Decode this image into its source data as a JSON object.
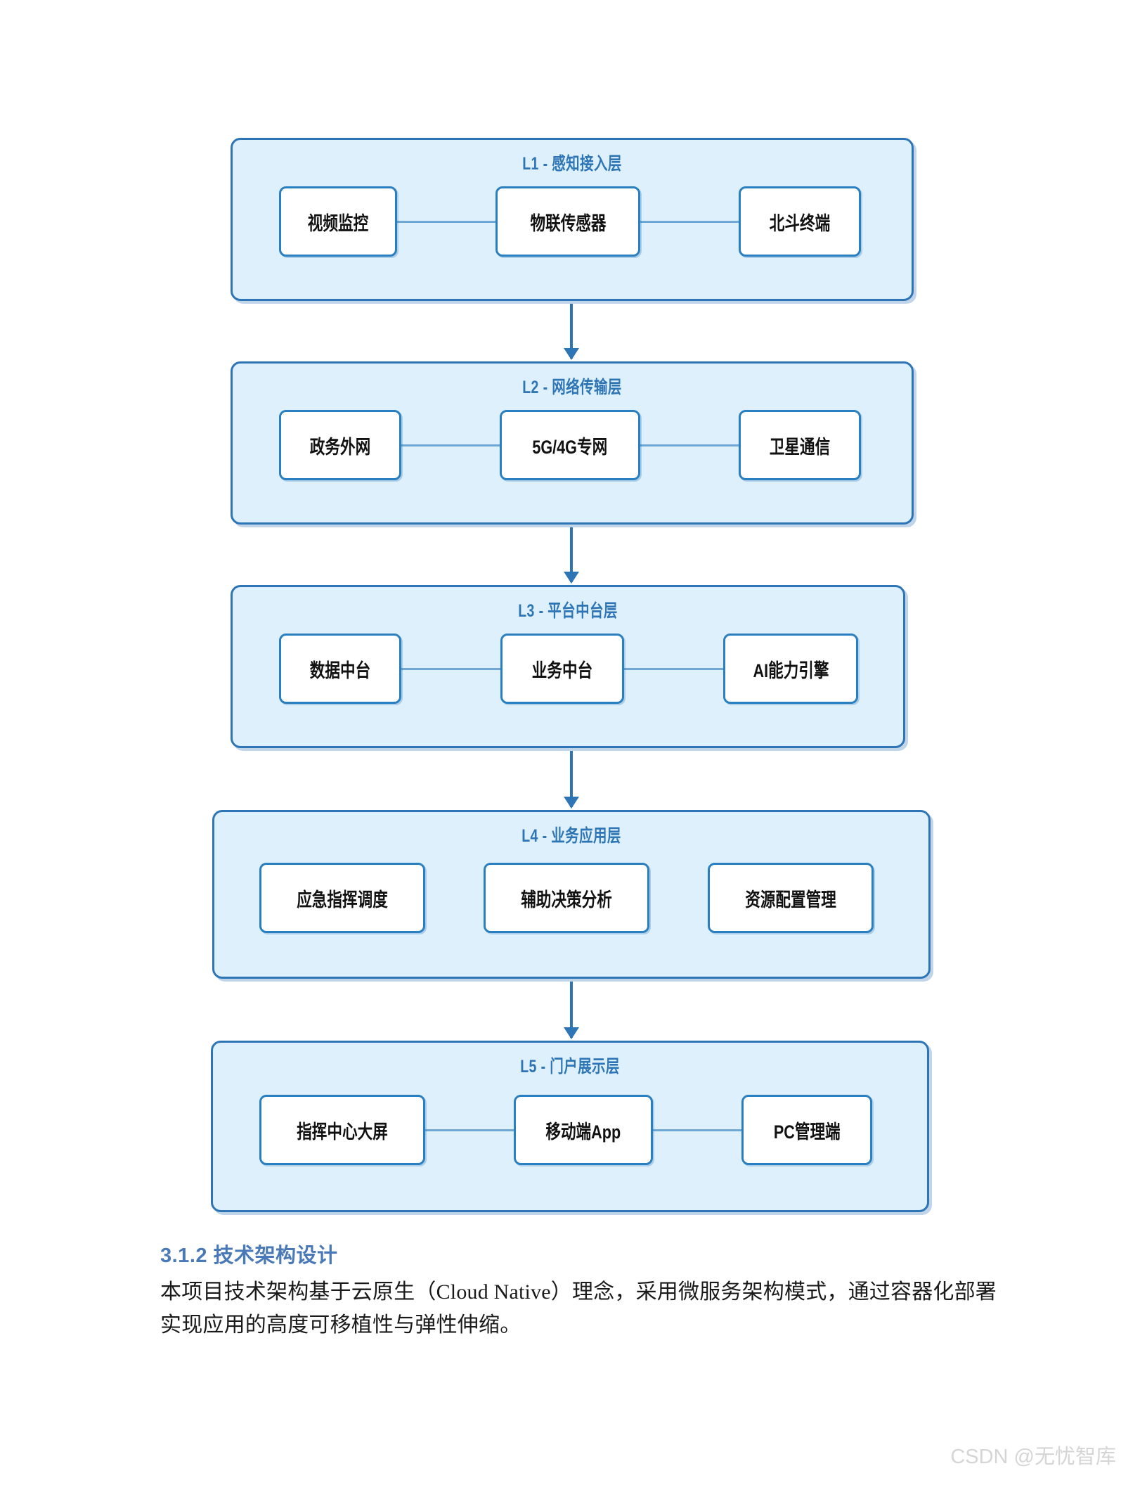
{
  "diagram": {
    "type": "layered-architecture",
    "layers": [
      {
        "id": "L1",
        "title": "L1 - 感知接入层",
        "connected": true,
        "nodes": [
          {
            "label": "视频监控"
          },
          {
            "label": "物联传感器"
          },
          {
            "label": "北斗终端"
          }
        ]
      },
      {
        "id": "L2",
        "title": "L2 - 网络传输层",
        "connected": true,
        "nodes": [
          {
            "label": "政务外网"
          },
          {
            "label": "5G/4G专网"
          },
          {
            "label": "卫星通信"
          }
        ]
      },
      {
        "id": "L3",
        "title": "L3 - 平台中台层",
        "connected": true,
        "nodes": [
          {
            "label": "数据中台"
          },
          {
            "label": "业务中台"
          },
          {
            "label": "AI能力引擎"
          }
        ]
      },
      {
        "id": "L4",
        "title": "L4 - 业务应用层",
        "connected": false,
        "nodes": [
          {
            "label": "应急指挥调度"
          },
          {
            "label": "辅助决策分析"
          },
          {
            "label": "资源配置管理"
          }
        ]
      },
      {
        "id": "L5",
        "title": "L5 - 门户展示层",
        "connected": true,
        "nodes": [
          {
            "label": "指挥中心大屏"
          },
          {
            "label": "移动端App"
          },
          {
            "label": "PC管理端"
          }
        ]
      }
    ],
    "arrows": [
      {
        "from": "L1",
        "to": "L2"
      },
      {
        "from": "L2",
        "to": "L3"
      },
      {
        "from": "L3",
        "to": "L4"
      },
      {
        "from": "L4",
        "to": "L5"
      }
    ],
    "colors": {
      "layer_fill": "#ddf0fb",
      "layer_border": "#2e75b6",
      "node_fill": "#ffffff",
      "node_border": "#2a7fc0",
      "title_text": "#2e75b6",
      "connector_line": "#6fa8d4",
      "arrow": "#2e75b6"
    }
  },
  "section": {
    "heading_number": "3.1.2",
    "heading_bold": "技术架构",
    "heading_rest": "设计",
    "heading_full": "3.1.2 技术架构设计",
    "paragraph": "本项目技术架构基于云原生（Cloud Native）理念，采用微服务架构模式，通过容器化部署实现应用的高度可移植性与弹性伸缩。",
    "heading_color": "#4a79b8"
  },
  "watermark": {
    "text": "CSDN @无忧智库",
    "color": "#d5d5d5"
  }
}
